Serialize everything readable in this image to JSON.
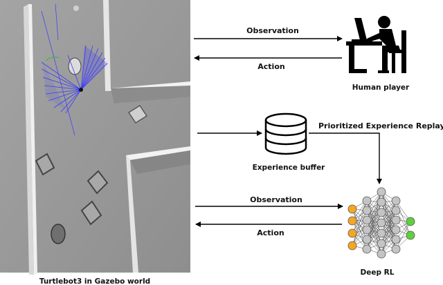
{
  "gazebo": {
    "caption": "Turtlebot3 in Gazebo world"
  },
  "flows": {
    "observation_top": "Observation",
    "action_top": "Action",
    "observation_bottom": "Observation",
    "action_bottom": "Action",
    "per": "Prioritized Experience Replay"
  },
  "nodes": {
    "human_player": "Human player",
    "experience_buffer": "Experience buffer",
    "deep_rl": "Deep RL"
  },
  "colors": {
    "floor": "#9a9a9a",
    "wall_top": "#e9e9e9",
    "laser": "#3333ff",
    "input_neuron": "#f5a623",
    "hidden_neuron": "#c4c4c4",
    "output_neuron": "#5fcf3f"
  }
}
